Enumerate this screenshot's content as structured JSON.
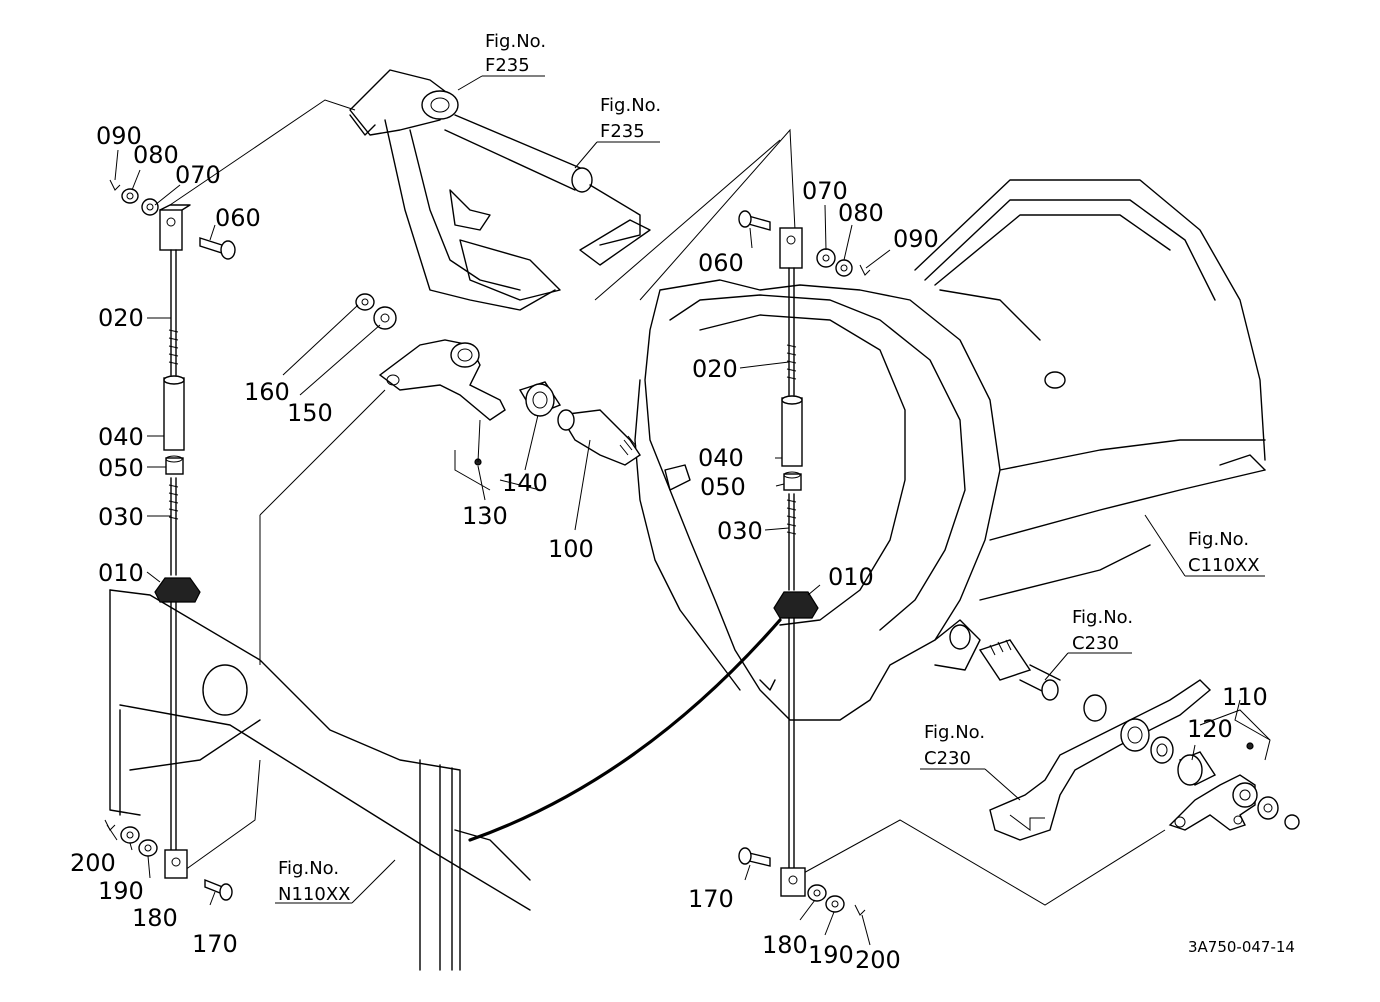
{
  "fig_refs": {
    "f235_top": "Fig.No.\nF235",
    "f235_mid": "Fig.No.\nF235",
    "c110xx": "Fig.No.\nC110XX",
    "c230_upper": "Fig.No.\nC230",
    "c230_lower": "Fig.No.\nC230",
    "n110xx": "Fig.No.\nN110XX"
  },
  "fig_lines": {
    "f235_top": [
      "Fig.No.",
      "F235"
    ],
    "f235_mid": [
      "Fig.No.",
      "F235"
    ],
    "c110xx": [
      "Fig.No.",
      "C110XX"
    ],
    "c230_upper": [
      "Fig.No.",
      "C230"
    ],
    "c230_lower": [
      "Fig.No.",
      "C230"
    ],
    "n110xx": [
      "Fig.No.",
      "N110XX"
    ]
  },
  "left_rod": {
    "p090": "090",
    "p080": "080",
    "p070": "070",
    "p060": "060",
    "p020": "020",
    "p040": "040",
    "p050": "050",
    "p030": "030",
    "p010": "010",
    "p200": "200",
    "p190": "190",
    "p180": "180",
    "p170": "170"
  },
  "right_rod": {
    "p070": "070",
    "p080": "080",
    "p090": "090",
    "p060": "060",
    "p020": "020",
    "p040": "040",
    "p050": "050",
    "p030": "030",
    "p010": "010",
    "p170": "170",
    "p180": "180",
    "p190": "190",
    "p200": "200"
  },
  "center_parts": {
    "p160": "160",
    "p150": "150",
    "p140": "140",
    "p130": "130",
    "p100": "100"
  },
  "right_parts": {
    "p110": "110",
    "p120": "120"
  },
  "diagram_code": "3A750-047-14"
}
